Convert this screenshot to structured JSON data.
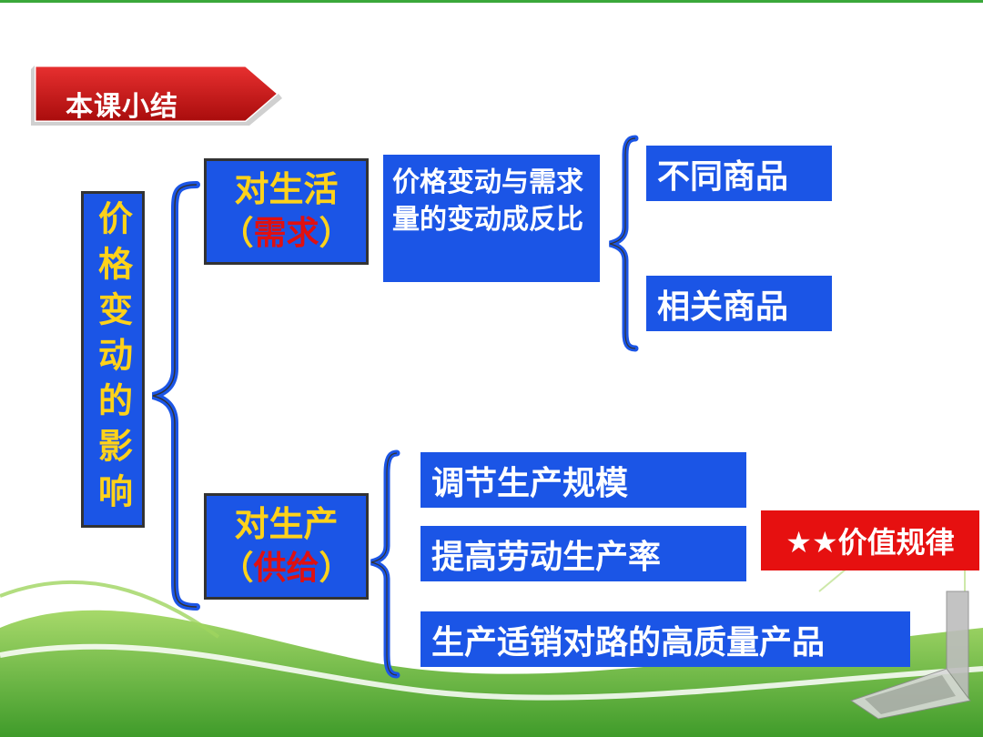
{
  "title": "本课小结",
  "root": "价格变动的影响",
  "life": {
    "main": "对生活",
    "sub_open": "（",
    "sub": "需求",
    "sub_close": "）"
  },
  "life_desc": "价格变动与需求量的变动成反比",
  "life_items": [
    "不同商品",
    "相关商品"
  ],
  "production": {
    "main": "对生产",
    "sub_open": "（",
    "sub": "供给",
    "sub_close": "）"
  },
  "production_items": [
    "调节生产规模",
    "提高劳动生产率",
    "生产适销对路的高质量产品"
  ],
  "law": "★★价值规律",
  "colors": {
    "box_blue": "#1b55e6",
    "accent_yellow": "#ffd21a",
    "accent_red": "#e01010",
    "title_red": "#d01818",
    "wave_green": "#4aa52e"
  }
}
